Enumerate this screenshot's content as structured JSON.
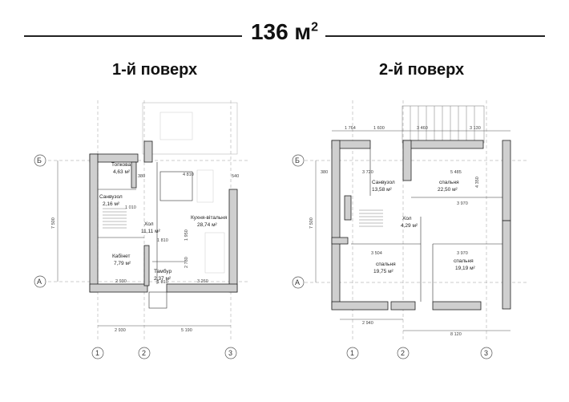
{
  "header": {
    "total_area": "136 м",
    "total_area_sup": "2"
  },
  "floor1": {
    "title": "1-й поверх",
    "rooms": [
      {
        "name": "Топкова",
        "area": "4,63 м²"
      },
      {
        "name": "Санвузол",
        "area": "2,16 м²"
      },
      {
        "name": "Хол",
        "area": "11,11 м²"
      },
      {
        "name": "Кухня-вітальня",
        "area": "28,74 м²"
      },
      {
        "name": "Кабінет",
        "area": "7,79 м²"
      },
      {
        "name": "Тамбур",
        "area": "2,37 м²"
      }
    ],
    "dims": [
      "2 930",
      "5 190",
      "7 500",
      "4 810",
      "2 930",
      "3 260",
      "1 810",
      "1 810",
      "2 780",
      "1 950",
      "1 010",
      "380",
      "540"
    ],
    "axes": [
      "1",
      "2",
      "3",
      "Б",
      "А"
    ]
  },
  "floor2": {
    "title": "2-й поверх",
    "rooms": [
      {
        "name": "Санвузол",
        "area": "13,58 м²"
      },
      {
        "name": "спальня",
        "area": "22,50 м²"
      },
      {
        "name": "Хол",
        "area": "4,29 м²"
      },
      {
        "name": "спальня",
        "area": "19,75 м²"
      },
      {
        "name": "спальня",
        "area": "19,19 м²"
      }
    ],
    "dims": [
      "1 764",
      "1 600",
      "3 460",
      "3 130",
      "3 720",
      "5 485",
      "7 500",
      "3 504",
      "3 970",
      "2 940",
      "8 120",
      "380",
      "3 970",
      "4 350"
    ],
    "axes": [
      "1",
      "2",
      "3",
      "Б",
      "А"
    ]
  }
}
